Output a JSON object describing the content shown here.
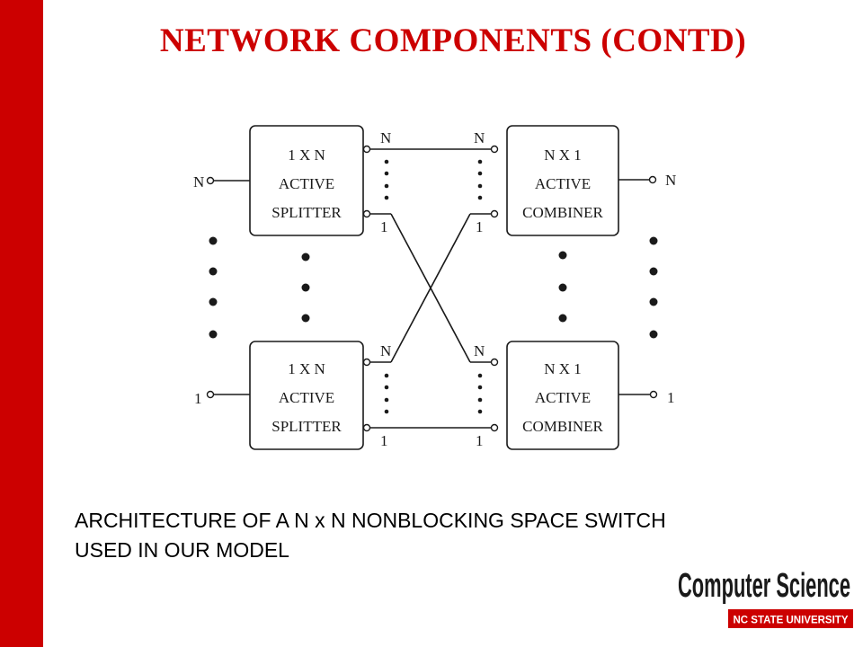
{
  "slide": {
    "title": "NETWORK COMPONENTS (CONTD)",
    "caption_line1": "ARCHITECTURE OF A N x N NONBLOCKING SPACE SWITCH",
    "caption_line2": "USED IN OUR MODEL"
  },
  "diagram": {
    "splitter_top": {
      "line1": "1 X N",
      "line2": "ACTIVE",
      "line3": "SPLITTER"
    },
    "splitter_bottom": {
      "line1": "1 X N",
      "line2": "ACTIVE",
      "line3": "SPLITTER"
    },
    "combiner_top": {
      "line1": "N X 1",
      "line2": "ACTIVE",
      "line3": "COMBINER"
    },
    "combiner_bottom": {
      "line1": "N X 1",
      "line2": "ACTIVE",
      "line3": "COMBINER"
    },
    "port_labels": {
      "input_top": "N",
      "input_bottom": "1",
      "output_top": "N",
      "output_bottom": "1",
      "splitter_top_out_top": "N",
      "splitter_top_out_bottom": "1",
      "splitter_bottom_out_top": "N",
      "splitter_bottom_out_bottom": "1",
      "combiner_top_in_top": "N",
      "combiner_top_in_bottom": "1",
      "combiner_bottom_in_top": "N",
      "combiner_bottom_in_bottom": "1"
    }
  },
  "logo": {
    "title": "Computer Science",
    "subtitle": "NC STATE UNIVERSITY"
  },
  "colors": {
    "accent": "#cc0000"
  }
}
